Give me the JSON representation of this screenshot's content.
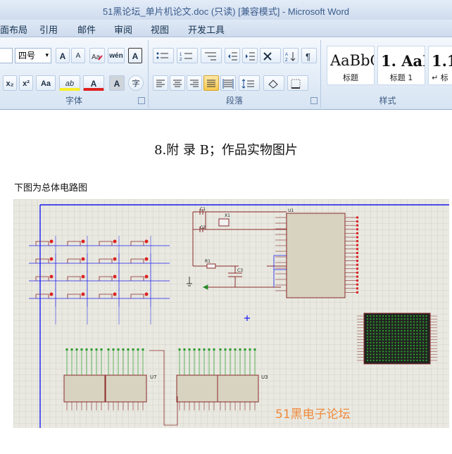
{
  "window": {
    "title": "51黑论坛_单片机论文.doc (只读) [兼容模式] - Microsoft Word"
  },
  "menu": {
    "tabs": [
      "面布局",
      "引用",
      "邮件",
      "审阅",
      "视图",
      "开发工具"
    ]
  },
  "ribbon": {
    "font_group": {
      "label": "字体",
      "size_value": "四号"
    },
    "paragraph_group": {
      "label": "段落"
    },
    "styles_group": {
      "label": "样式",
      "styles": [
        {
          "sample": "AaBbC",
          "name": "标题"
        },
        {
          "sample": "1. AaI",
          "name": "标题 1"
        },
        {
          "sample": "1.1",
          "name": "↵ 标"
        }
      ]
    },
    "buttons": {
      "grow_font": "A",
      "shrink_font": "A",
      "wen": "wén",
      "subscript": "x₂",
      "superscript": "x²",
      "change_case": "Aa",
      "highlight": "ab",
      "font_color": "A",
      "char_shading": "A",
      "enclose": "字"
    }
  },
  "document": {
    "heading": "8.附  录 B；作品实物图片",
    "caption": "下图为总体电路图",
    "watermark": "51黑电子论坛",
    "watermark_color": "#f08a3c",
    "circuit_labels": {
      "u1": "U1",
      "u3": "U3",
      "u7": "U7",
      "c1": "C1",
      "c2": "C2",
      "c3": "C3",
      "x1": "X1",
      "r1": "R1"
    }
  }
}
